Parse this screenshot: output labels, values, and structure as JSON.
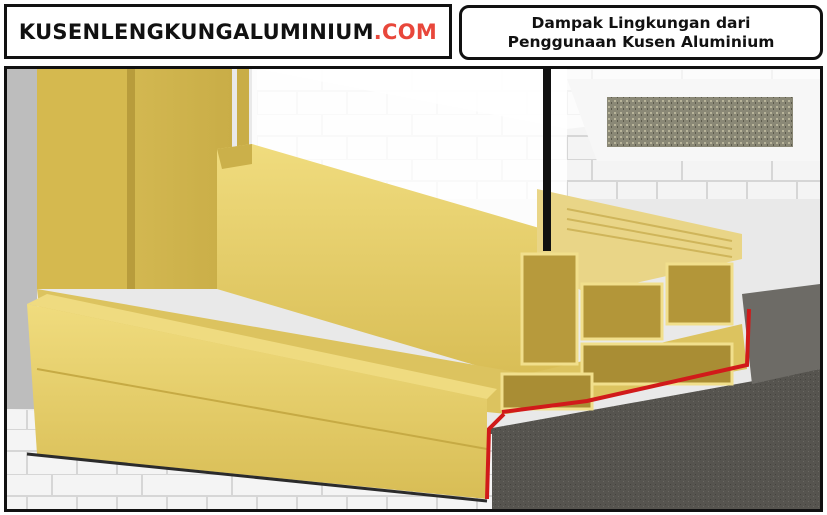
{
  "brand": {
    "name": "KUSENLENGKUNGALUMINIUM",
    "tld": ".COM"
  },
  "title": {
    "line1": "Dampak Lingkungan dari",
    "line2": "Penggunaan Kusen Aluminium"
  },
  "colors": {
    "accent": "#e8473b",
    "frame_gold": "#e6cf6a",
    "seal_red": "#d11a1a",
    "concrete": "#54524d"
  },
  "image": {
    "subject": "aluminium-frame-cross-section-illustration"
  }
}
